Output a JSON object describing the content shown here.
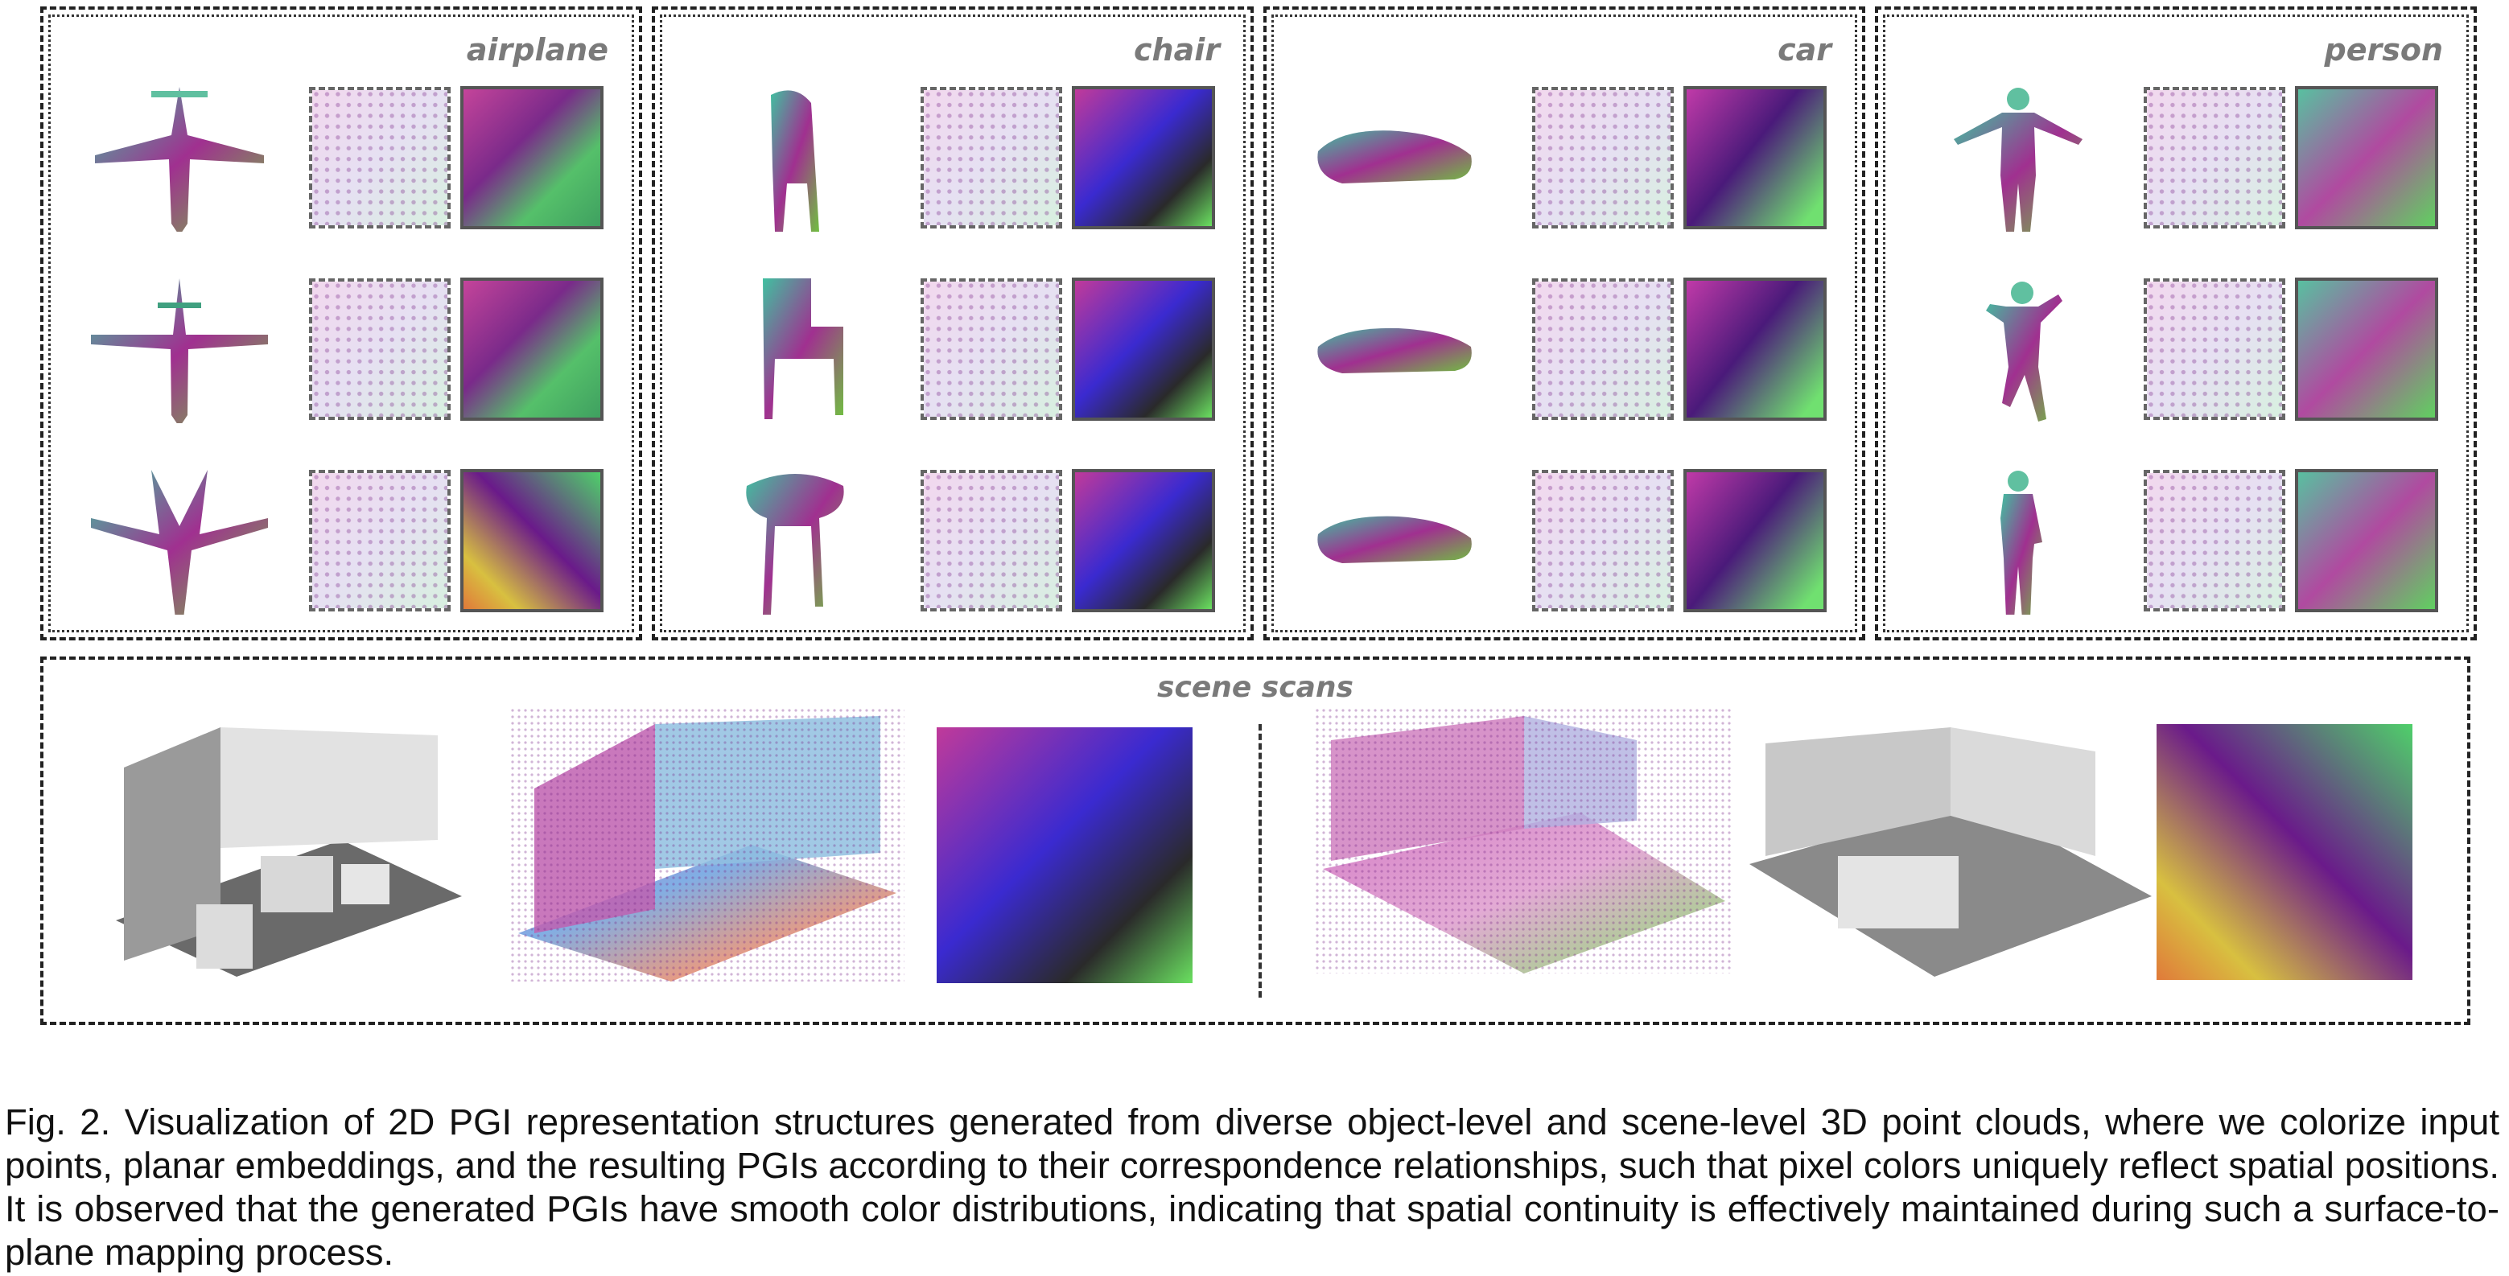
{
  "figure": {
    "categories": [
      {
        "label": "airplane"
      },
      {
        "label": "chair"
      },
      {
        "label": "car"
      },
      {
        "label": "person"
      }
    ],
    "scene_title": "scene scans",
    "caption": "Fig. 2. Visualization of 2D PGI representation structures generated from diverse object-level and scene-level 3D point clouds, where we colorize input points, planar embeddings, and the resulting PGIs according to their correspondence relationships, such that pixel colors uniquely reflect spatial positions. It is observed that the generated PGIs have smooth color distributions, indicating that spatial continuity is effectively maintained during such a surface-to-plane mapping process."
  },
  "colors": {
    "magenta": "#b0308c",
    "green": "#5ed35a",
    "blue": "#3a2ad8",
    "orange": "#e08a3a",
    "label_gray": "#7a7a7a"
  }
}
